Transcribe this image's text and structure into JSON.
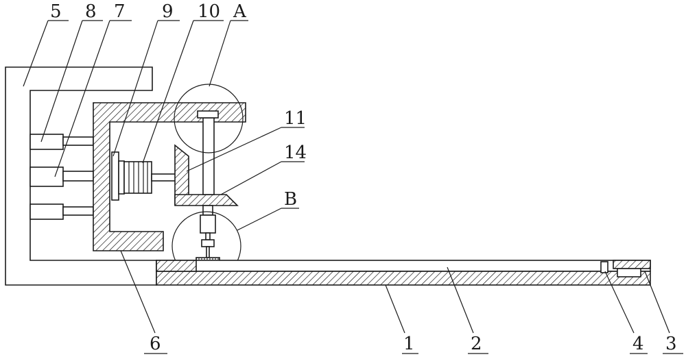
{
  "figure": {
    "labels": {
      "l1": "1",
      "l2": "2",
      "l3": "3",
      "l4": "4",
      "l5": "5",
      "l6": "6",
      "l7": "7",
      "l8": "8",
      "l9": "9",
      "l10": "10",
      "l11": "11",
      "l14": "14",
      "lA": "A",
      "lB": "B"
    }
  }
}
